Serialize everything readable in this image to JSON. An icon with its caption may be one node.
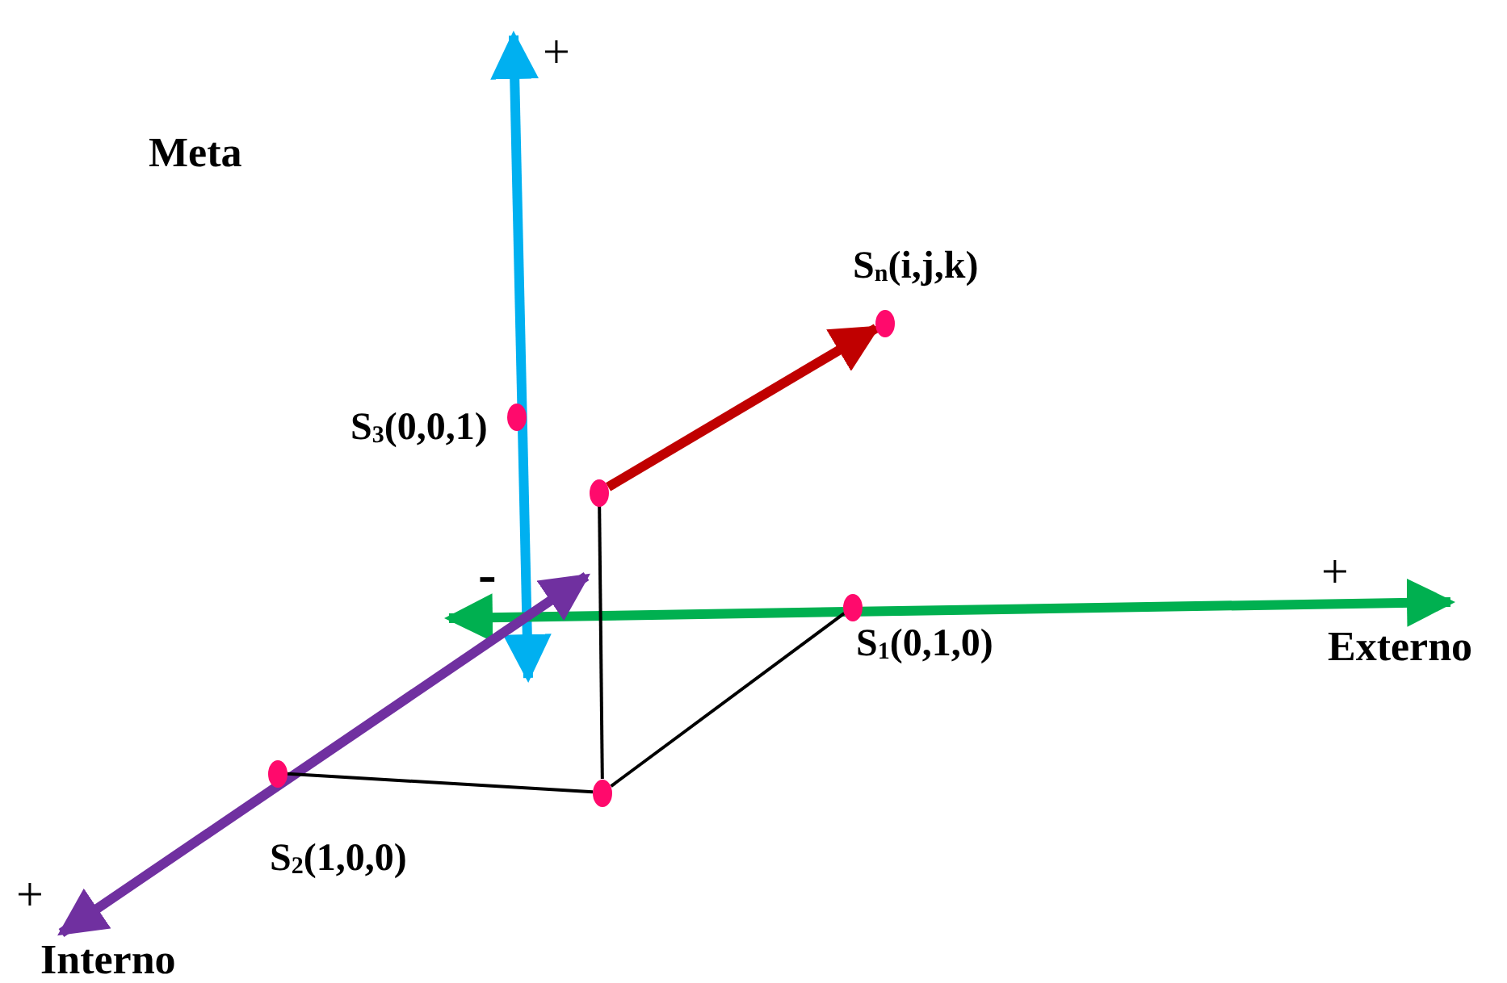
{
  "diagram": {
    "nodes": [
      {
        "text": [
          "S$_{n}$(i,j,k)"
        ]
      },
      {
        "text": [
          "S$_{3}$(0,0,1)"
        ]
      },
      {
        "text": [],
        "shape": "circle"
      },
      {
        "text": [
          "S$_{1}$(0,1,0)"
        ]
      },
      {
        "text": [
          "S$_{2}$(1,0,0)"
        ]
      },
      {
        "text": [],
        "shape": "circle"
      }
    ],
    "edges": [
      {
        "from": 2,
        "to": 0,
        "arrow": "to",
        "style": "thick",
        "color": "#c00000"
      },
      {
        "from": 4,
        "to": 5,
        "arrow": "none"
      },
      {
        "from": 5,
        "to": 3,
        "arrow": "none"
      },
      {
        "from": 5,
        "to": 2,
        "arrow": "none"
      }
    ],
    "labels": [
      "+",
      "Meta",
      "-",
      "+",
      "Externo",
      "+",
      "Interno"
    ]
  }
}
